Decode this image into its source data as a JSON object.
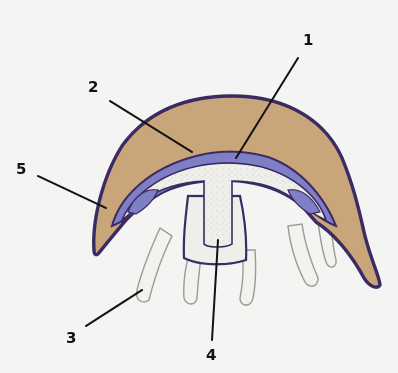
{
  "labels": {
    "l1": "1",
    "l2": "2",
    "l3": "3",
    "l4": "4",
    "l5": "5"
  },
  "colors": {
    "background": "#f4f4f2",
    "umbrella": "#c9a679",
    "outline": "#3b2a63",
    "gut_band": "#7f7fc6",
    "cavity": "#eeeeea",
    "tentacle": "#f2f3ee",
    "leader": "#111111"
  }
}
